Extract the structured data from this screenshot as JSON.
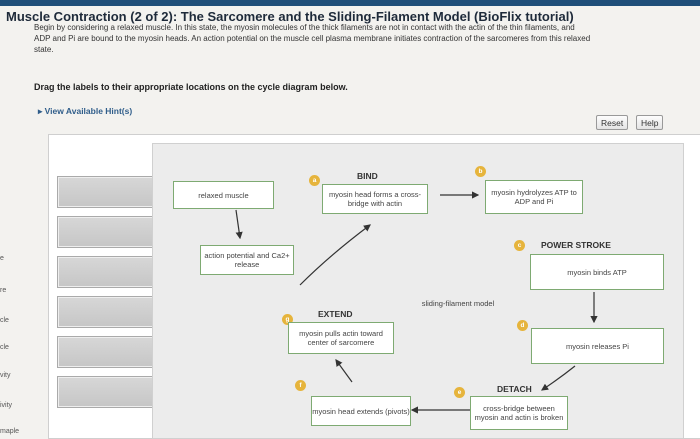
{
  "header": {
    "title": "Muscle Contraction (2 of 2): The Sarcomere and the Sliding-Filament Model (BioFlix tutorial)",
    "intro_line1": "Begin by considering a relaxed muscle. In this state, the myosin molecules of the thick filaments are not in contact with the actin of the thin filaments, and",
    "intro_line2": "ADP and Pi are bound to the myosin heads. An action potential on the muscle cell plasma membrane initiates contraction of the sarcomeres from this relaxed",
    "intro_line3": "state.",
    "prompt": "Drag the labels to their appropriate locations on the cycle diagram below.",
    "hints_link": "View Available Hint(s)"
  },
  "toolbar": {
    "reset_label": "Reset",
    "help_label": "Help"
  },
  "left_labels": [
    "e",
    "re",
    "cle",
    "cle",
    "vity",
    "ivity",
    "maple"
  ],
  "label_bank": {
    "slots": 6
  },
  "diagram": {
    "relaxed_muscle": "relaxed muscle",
    "action_potential": "action potential and Ca2+ release",
    "bind_heading": "BIND",
    "bind_box": "myosin head forms a cross-bridge with actin",
    "hydrolyze_box": "myosin hydrolyzes ATP to ADP and Pi",
    "power_stroke_heading": "POWER STROKE",
    "binds_atp": "myosin binds ATP",
    "releases_pi": "myosin releases Pi",
    "sliding_filament": "sliding-filament model",
    "extend_heading": "EXTEND",
    "pulls_actin": "myosin pulls actin toward center of sarcomere",
    "detach_heading": "DETACH",
    "head_extends": "myosin head extends (pivots)",
    "cross_bridge_broken": "cross-bridge between myosin and actin is broken",
    "badges": [
      "a",
      "b",
      "c",
      "d",
      "e",
      "f",
      "g"
    ]
  },
  "colors": {
    "box_border": "#7eaa72",
    "badge": "#e6b43c",
    "link": "#2f5d8a"
  }
}
